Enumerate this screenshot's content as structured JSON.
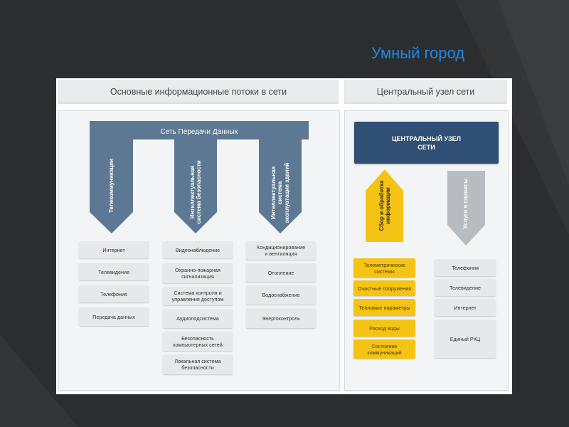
{
  "slide": {
    "title": "Умный город"
  },
  "colors": {
    "background": "#2b2d2e",
    "title": "#1e88e5",
    "flow_blue": "#5d7892",
    "central_box": "#2f4f74",
    "yellow": "#f5c314",
    "arrow_gray": "#b7bcc0"
  },
  "left": {
    "header": "Основные информационные потоки в сети",
    "network_label": "Сеть Передачи Данных",
    "columns": [
      {
        "label": "Телекоммуникации",
        "items": [
          "Интернет",
          "Телевидение",
          "Телефония",
          "Передача данных"
        ]
      },
      {
        "label": "Интеллектуальная\nсистема безопасности",
        "items": [
          "Видеонаблюдение",
          "Охранно-пожарная\nсигнализация",
          "Система контроля и\nуправления доступом",
          "Аудиоподсистема",
          "Безопасность\nкомпьютерных сетей",
          "Локальная система\nбезопасности"
        ]
      },
      {
        "label": "Интеллектуальная\nсистема\nэксплуатации зданий",
        "items": [
          "Кондиционирование\nи вентиляция",
          "Отопление",
          "Водоснабжение",
          "Энергоконтроль"
        ]
      }
    ]
  },
  "right": {
    "header": "Центральный узел сети",
    "central_node": "ЦЕНТРАЛЬНЫЙ УЗЕЛ\nСЕТИ",
    "up_arrow_label": "Сбор и обработка\nинформации",
    "down_arrow_label": "Услуги и сервисы",
    "collect_items": [
      "Телеметрические\nсистемы",
      "Очистные сооружения",
      "Тепловые параметры",
      "Расход воды",
      "Состояние\nкоммуникаций"
    ],
    "service_items": [
      "Телефония",
      "Телевидение",
      "Интернет",
      "Единый РКЦ"
    ]
  }
}
